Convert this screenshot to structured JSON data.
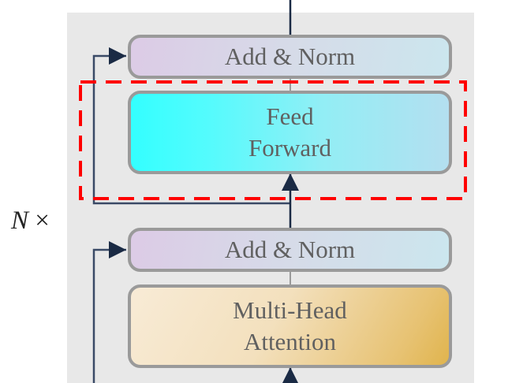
{
  "diagram": {
    "title": "Transformer encoder layer with Feed Forward highlighted",
    "repeat_label": {
      "symbol": "N",
      "operator": "×"
    },
    "blocks": {
      "add_norm_top": {
        "label": "Add & Norm"
      },
      "feed_forward": {
        "line1": "Feed",
        "line2": "Forward",
        "highlighted": true
      },
      "add_norm_bottom": {
        "label": "Add & Norm"
      },
      "multi_head_attention": {
        "line1": "Multi-Head",
        "line2": "Attention"
      }
    },
    "colors": {
      "highlight_box": "#ff0000",
      "arrow": "#1a2a44",
      "block_border": "#9a9a9a",
      "panel": "#e8e8e8"
    }
  }
}
